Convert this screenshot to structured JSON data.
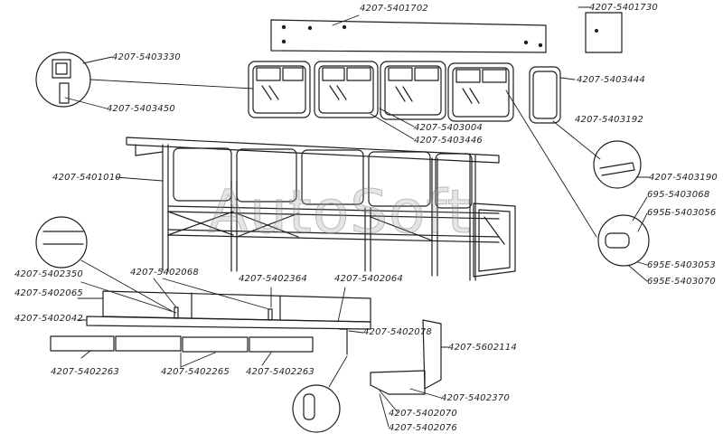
{
  "watermark": "AutoSoft",
  "colors": {
    "ink": "#1e1e1e",
    "paper": "#ffffff"
  },
  "labels": {
    "p5401702": "4207-5401702",
    "p5401730": "4207-5401730",
    "p5403330": "4207-5403330",
    "p5403450": "4207-5403450",
    "p5403444": "4207-5403444",
    "p5403004": "4207-5403004",
    "p5403446": "4207-5403446",
    "p5403192": "4207-5403192",
    "p5401010": "4207-5401010",
    "p5403190": "4207-5403190",
    "p695_5403068": "695-5403068",
    "p695b_5403056": "695Б-5403056",
    "p695e_5403053": "695Е-5403053",
    "p695e_5403070": "695Е-5403070",
    "p5402350": "4207-5402350",
    "p5402068": "4207-5402068",
    "p5402364": "4207-5402364",
    "p5402064": "4207-5402064",
    "p5402065": "4207-5402065",
    "p5402042": "4207-5402042",
    "p5402078": "4207-5402078",
    "p5602114": "4207-5602114",
    "p5402263a": "4207-5402263",
    "p5402265": "4207-5402265",
    "p5402263b": "4207-5402263",
    "p5402370": "4207-5402370",
    "p5402070": "4207-5402070",
    "p5402076": "4207-5402076"
  }
}
